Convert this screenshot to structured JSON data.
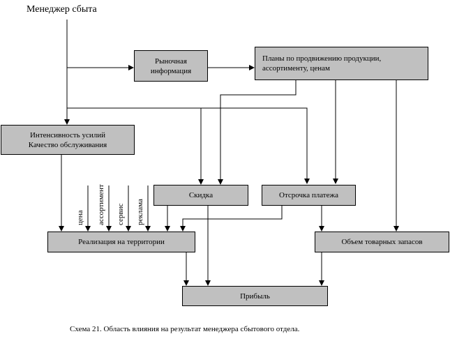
{
  "title": "Менеджер сбыта",
  "nodes": {
    "market_info": [
      "Рыночная",
      "информация"
    ],
    "plans": [
      "Планы по продвижению продукции,",
      "ассортименту, ценам"
    ],
    "efforts": [
      "Интенсивность усилий",
      "Качество обслуживания"
    ],
    "discount": "Скидка",
    "deferral": "Отсрочка платежа",
    "realization": "Реализация на территории",
    "inventory": "Объем товарных запасов",
    "profit": "Прибыль"
  },
  "factors": [
    "цена",
    "ассортимент",
    "сервис",
    "реклама"
  ],
  "caption": "Схема 21. Область влияния на результат менеджера сбытового отдела."
}
